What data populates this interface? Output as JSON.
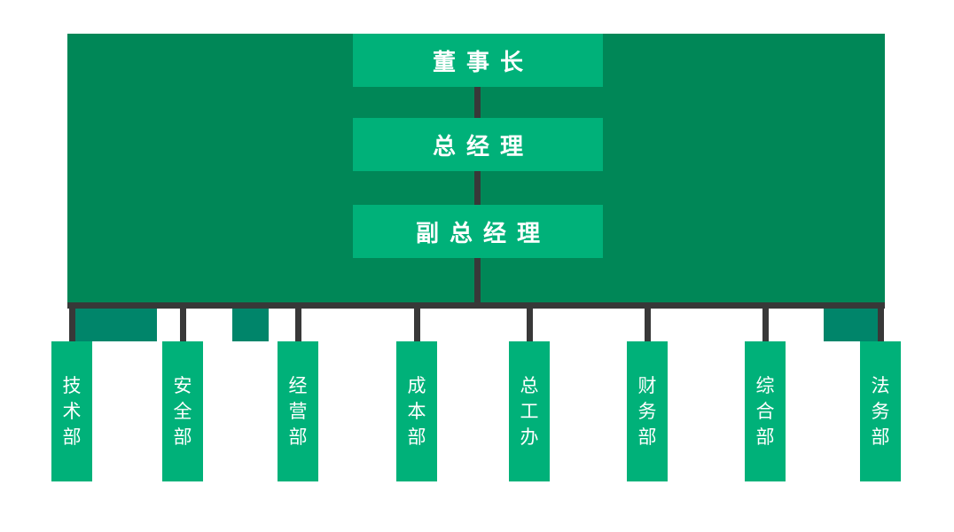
{
  "levels": [
    {
      "label": "董事长"
    },
    {
      "label": "总经理"
    },
    {
      "label": "副总经理"
    }
  ],
  "departments": [
    {
      "label": "技术部"
    },
    {
      "label": "安全部"
    },
    {
      "label": "经营部"
    },
    {
      "label": "成本部"
    },
    {
      "label": "总工办"
    },
    {
      "label": "财务部"
    },
    {
      "label": "综合部"
    },
    {
      "label": "法务部"
    }
  ],
  "colors": {
    "banner": "#008757",
    "node": "#00B179",
    "block": "#00856A",
    "line": "#383838",
    "text": "#FFFFFF",
    "background": "#FFFFFF"
  }
}
